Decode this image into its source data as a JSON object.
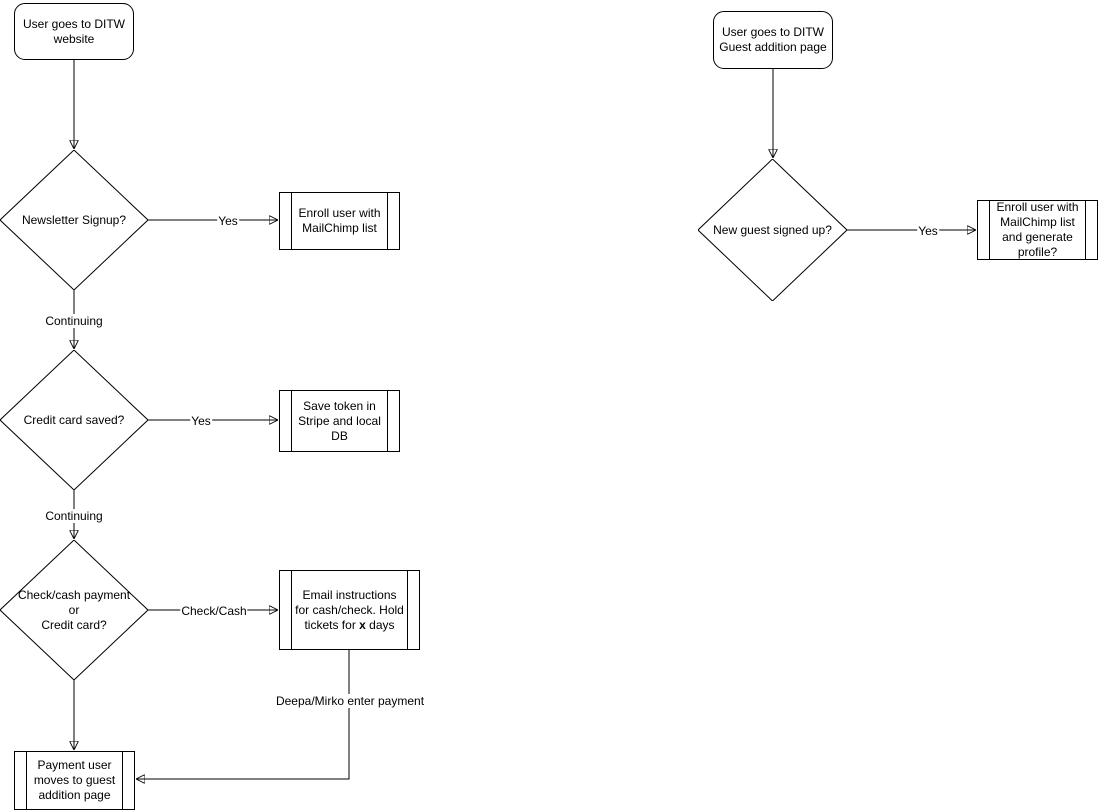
{
  "colors": {
    "background": "#ffffff",
    "stroke": "#000000",
    "text": "#000000"
  },
  "left_flow": {
    "start": {
      "label": "User goes to DITW\nwebsite"
    },
    "decision_newsletter": {
      "label": "Newsletter Signup?"
    },
    "process_enroll": {
      "label": "Enroll user with MailChimp list"
    },
    "decision_credit": {
      "label": "Credit card saved?"
    },
    "process_token": {
      "label": "Save token in Stripe and local DB"
    },
    "decision_payment": {
      "label": "Check/cash payment\nor\nCredit card?"
    },
    "process_email": {
      "pre": "Email instructions for cash/check. Hold tickets for ",
      "bold": "x",
      "post": " days"
    },
    "process_guest": {
      "label": "Payment user moves to guest addition page"
    }
  },
  "right_flow": {
    "start": {
      "label": "User goes to DITW\nGuest addition page"
    },
    "decision_new_guest": {
      "label": "New guest signed up?"
    },
    "process_enroll_profile": {
      "label": "Enroll user with MailChimp list and generate profile?"
    }
  },
  "edge_labels": {
    "yes_newsletter": "Yes",
    "continuing_1": "Continuing",
    "yes_credit": "Yes",
    "continuing_2": "Continuing",
    "check_cash": "Check/Cash",
    "deepa_mirko": "Deepa/Mirko enter payment",
    "yes_guest": "Yes"
  }
}
